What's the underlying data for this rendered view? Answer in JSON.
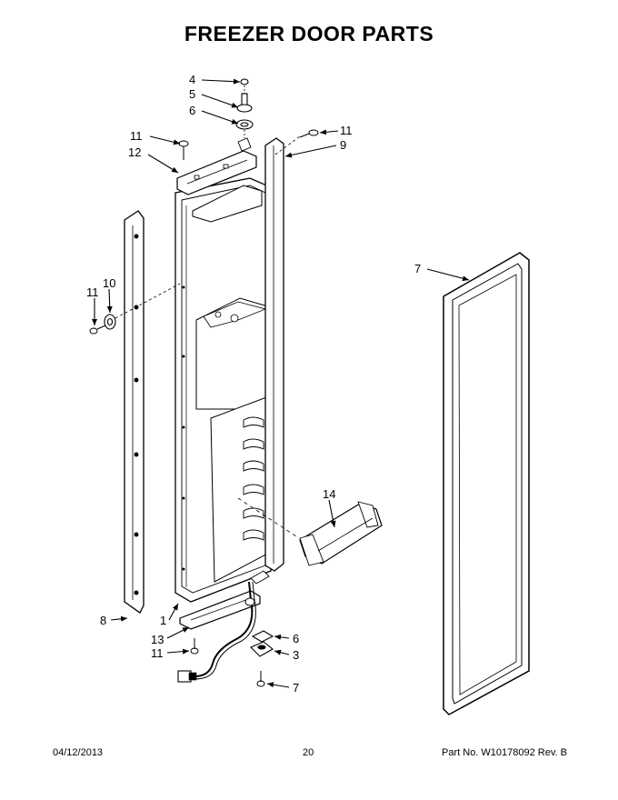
{
  "page": {
    "title": "FREEZER DOOR PARTS"
  },
  "callouts": {
    "c1": "1",
    "c3": "3",
    "c4": "4",
    "c5": "5",
    "c6_top": "6",
    "c6_bottom": "6",
    "c7_gasket": "7",
    "c7_bottom": "7",
    "c8": "8",
    "c9": "9",
    "c10": "10",
    "c11_top_left": "11",
    "c11_top_right": "11",
    "c11_side": "11",
    "c11_bottom": "11",
    "c12": "12",
    "c13": "13",
    "c14": "14"
  },
  "footer": {
    "date": "04/12/2013",
    "page_number": "20",
    "part_no": "Part No. W10178092  Rev. B"
  }
}
